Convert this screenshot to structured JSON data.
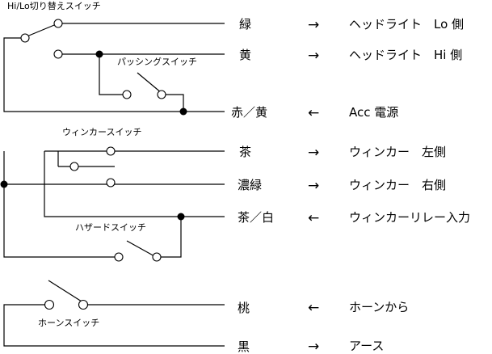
{
  "switch_labels": {
    "hilo": "Hi/Lo切り替えスイッチ",
    "passing": "パッシングスイッチ",
    "winker": "ウィンカースイッチ",
    "hazard": "ハザードスイッチ",
    "horn": "ホーンスイッチ"
  },
  "rows": [
    {
      "color": "緑",
      "arrow": "→",
      "dest": "ヘッドライト　Lo 側"
    },
    {
      "color": "黄",
      "arrow": "→",
      "dest": "ヘッドライト　Hi 側"
    },
    {
      "color": "赤／黄",
      "arrow": "←",
      "dest": "Acc 電源"
    },
    {
      "color": "茶",
      "arrow": "→",
      "dest": "ウィンカー　左側"
    },
    {
      "color": "濃緑",
      "arrow": "→",
      "dest": "ウィンカー　右側"
    },
    {
      "color": "茶／白",
      "arrow": "←",
      "dest": "ウィンカーリレー入力"
    },
    {
      "color": "桃",
      "arrow": "←",
      "dest": "ホーンから"
    },
    {
      "color": "黒",
      "arrow": "→",
      "dest": "アース"
    }
  ]
}
